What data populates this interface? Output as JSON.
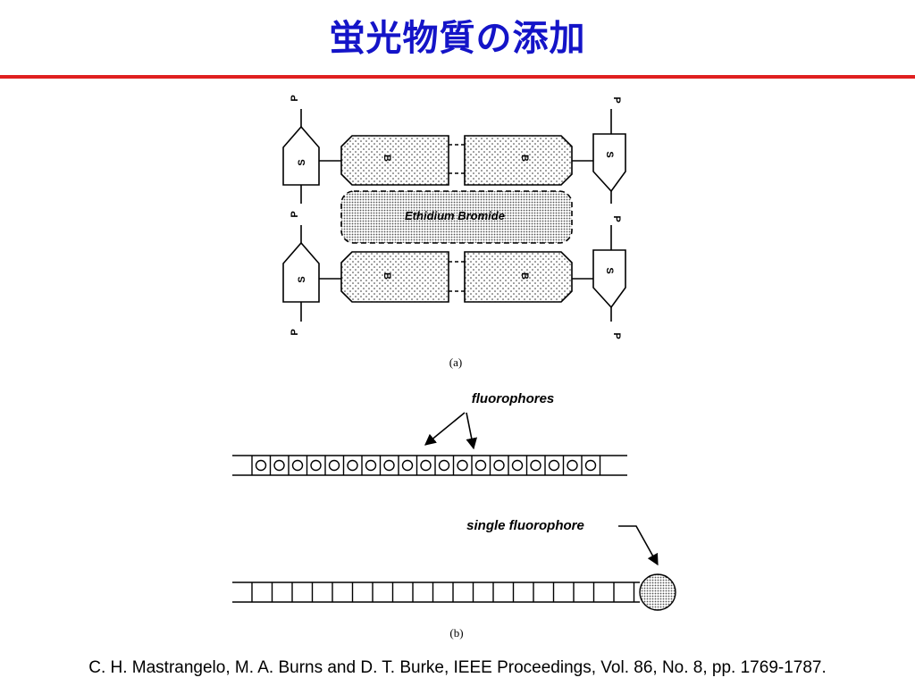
{
  "slide": {
    "title": "蛍光物質の添加",
    "citation": "C. H. Mastrangelo, M. A. Burns and D. T. Burke, IEEE Proceedings, Vol. 86, No. 8, pp. 1769-1787."
  },
  "figure_a": {
    "caption": "(a)",
    "intercalator_label": "Ethidium Bromide",
    "phosphate_label": "P",
    "sugar_label": "S",
    "base_label": "B"
  },
  "figure_b": {
    "caption": "(b)",
    "many_label": "fluorophores",
    "single_label": "single fluorophore"
  }
}
